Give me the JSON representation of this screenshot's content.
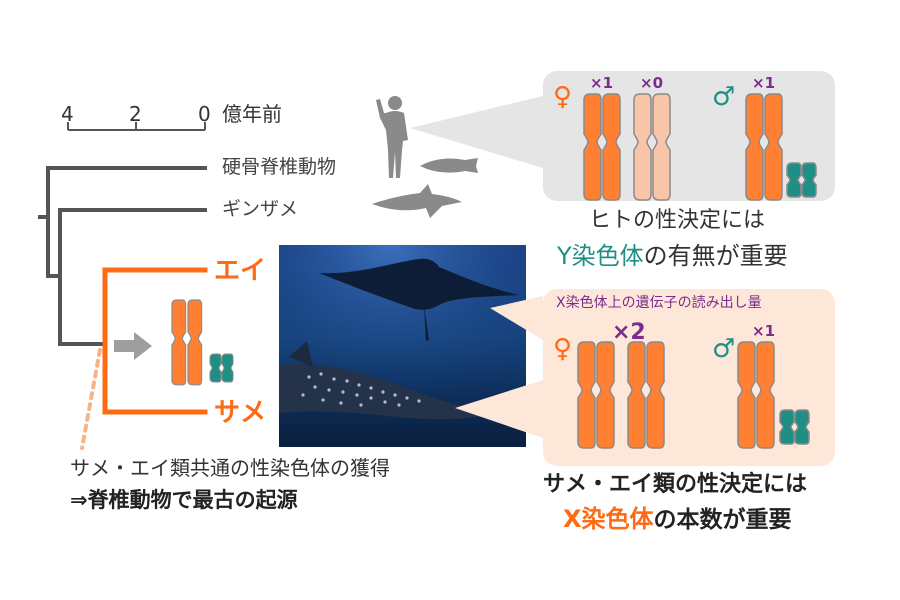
{
  "scale": {
    "ticks": [
      "4",
      "2",
      "0"
    ],
    "unit": "億年前"
  },
  "taxa": {
    "bony": "硬骨脊椎動物",
    "chimaera": "ギンザメ",
    "ray": "エイ",
    "shark": "サメ"
  },
  "human_panel": {
    "female_symbol": "♀",
    "male_symbol": "♂",
    "female_x_count_a": "×1",
    "female_x_count_b": "×0",
    "male_count": "×1",
    "caption_line1": "ヒトの性決定には",
    "caption_y": "Y染色体",
    "caption_rest": "の有無が重要"
  },
  "shark_panel": {
    "header": "X染色体上の遺伝子の読み出し量",
    "female_symbol": "♀",
    "male_symbol": "♂",
    "female_count": "×2",
    "male_count": "×1",
    "caption_line1": "サメ・エイ類の性決定には",
    "caption_x": "X染色体",
    "caption_rest": "の本数が重要"
  },
  "bottom_left": {
    "line1": "サメ・エイ類共通の性染色体の獲得",
    "line2": "⇒脊椎動物で最古の起源"
  },
  "colors": {
    "orange": "#ff6a13",
    "light_orange": "#f8c5a8",
    "teal": "#1f8f86",
    "purple": "#7b2d8e",
    "gray_tree": "#555555",
    "silhouette": "#8a8a8a"
  }
}
